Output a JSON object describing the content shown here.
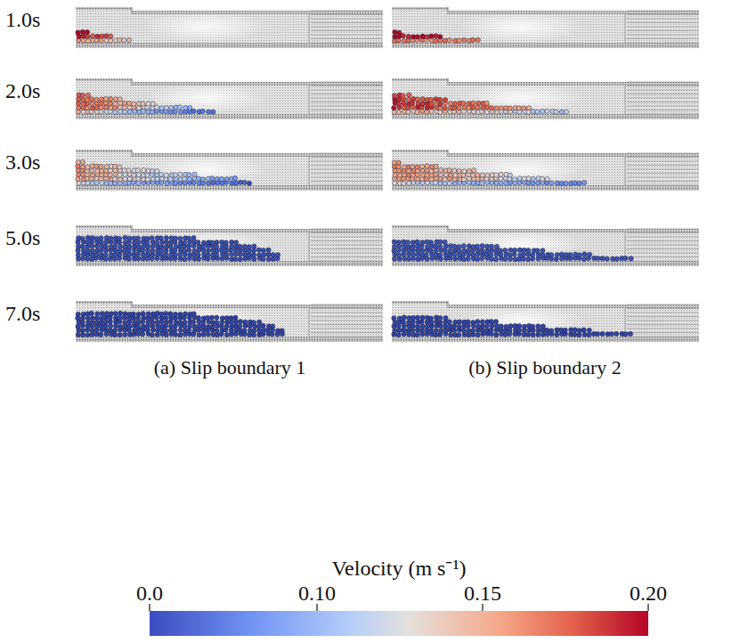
{
  "diagram": {
    "labels": [
      "1.0s",
      "2.0s",
      "3.0s",
      "5.0s",
      "7.0s",
      "(a) Slip boundary 1",
      "(b) Slip boundary 2",
      "Velocity (m s⁻¹)",
      "0.0",
      "0.10",
      "0.15",
      "0.20"
    ]
  }
}
